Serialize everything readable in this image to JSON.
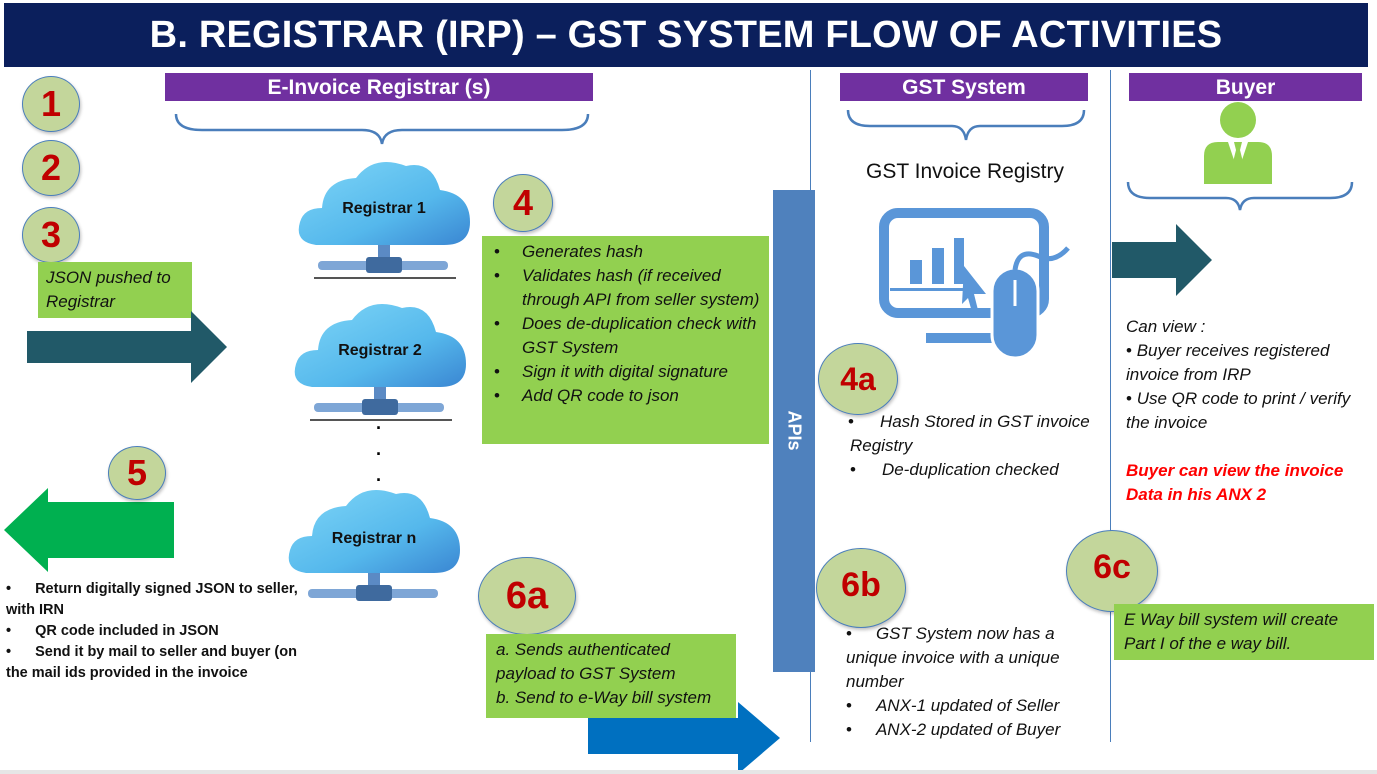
{
  "title": "B. REGISTRAR (IRP) – GST SYSTEM FLOW OF ACTIVITIES",
  "sections": {
    "registrar": "E-Invoice Registrar (s)",
    "gst": "GST System",
    "buyer": "Buyer"
  },
  "badges": {
    "b1": "1",
    "b2": "2",
    "b3": "3",
    "b4": "4",
    "b4a": "4a",
    "b5": "5",
    "b6a": "6a",
    "b6b": "6b",
    "b6c": "6c"
  },
  "step3_text": "JSON pushed to Registrar",
  "registrars": [
    "Registrar 1",
    "Registrar 2",
    "Registrar n"
  ],
  "ellipsis": [
    "·",
    "·",
    "·"
  ],
  "step4_items": [
    "Generates hash",
    "Validates hash (if received through API from seller system)",
    "Does de-duplication check with GST System",
    "Sign it with digital signature",
    "Add QR code to json"
  ],
  "apis_label": "APIs",
  "gst_registry_title": "GST Invoice Registry",
  "step4a_items": [
    "Hash Stored in GST invoice Registry",
    "De-duplication checked"
  ],
  "buyer_view": {
    "heading": "Can view :",
    "items": [
      "Buyer receives registered invoice from IRP",
      "Use QR code to print / verify the invoice"
    ],
    "note": "Buyer can view the invoice Data in his ANX 2"
  },
  "step5_items": [
    "Return digitally signed JSON to seller, with IRN",
    "QR code included in JSON",
    "Send it by mail to seller and buyer (on the mail ids provided in the invoice"
  ],
  "step6a_lines": [
    "a. Sends authenticated payload to GST System",
    "b. Send to e-Way bill system"
  ],
  "step6b_items": [
    "GST System now has a unique invoice with a unique number",
    "ANX-1 updated of Seller",
    "ANX-2 updated of Buyer"
  ],
  "step6c_text": "E Way bill system will create Part I of the e way bill.",
  "colors": {
    "title_bg": "#0b1f5c",
    "section_bg": "#7030a0",
    "green_box": "#92d050",
    "badge_fill": "#c3d69b",
    "badge_text": "#c00000",
    "teal_arrow": "#215968",
    "return_arrow": "#00b050",
    "blue_arrow": "#0070c0",
    "apis_bar": "#4f81bd",
    "note_red": "#ff0000"
  }
}
